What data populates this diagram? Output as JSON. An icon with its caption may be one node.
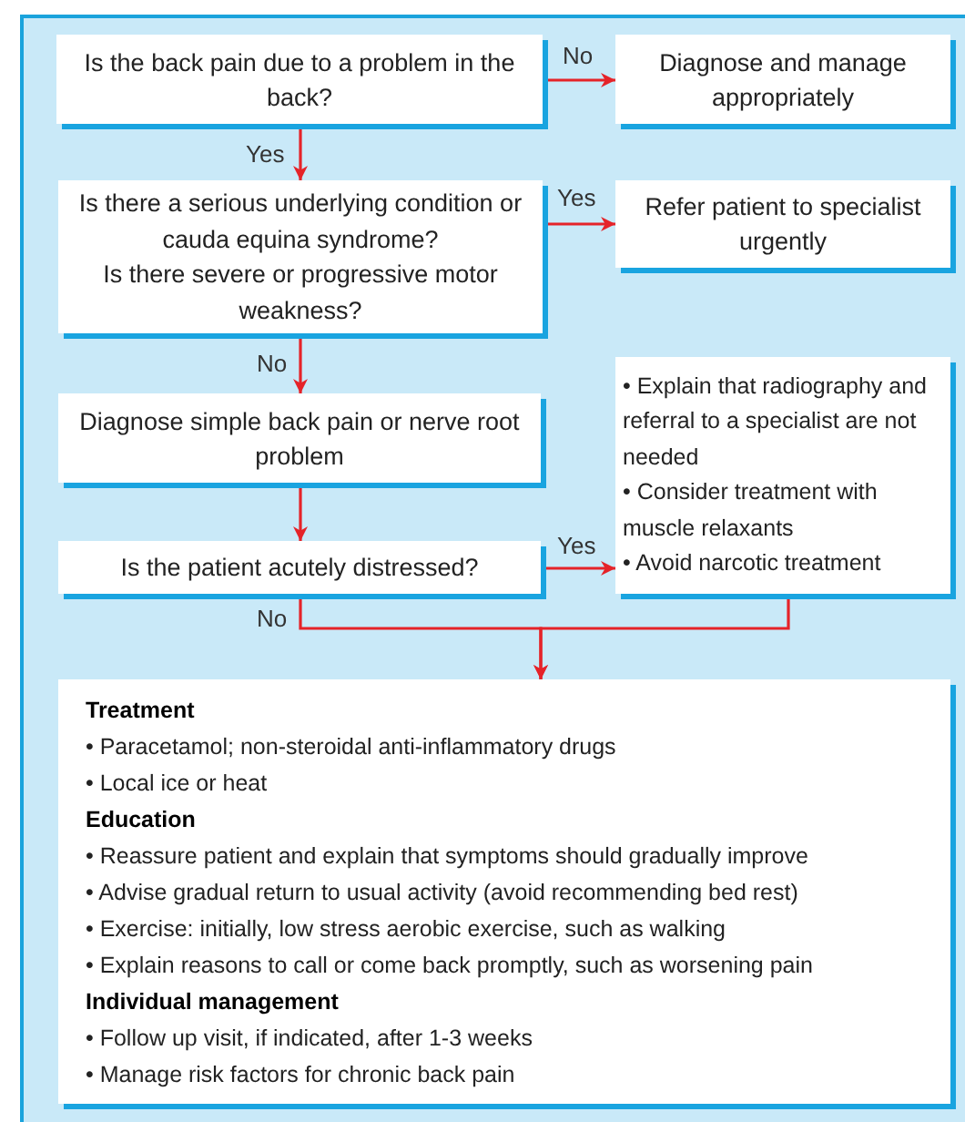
{
  "diagram": {
    "nodes": [
      {
        "text": [
          "Is the back pain due to a problem in the back?"
        ]
      },
      {
        "text": [
          "Diagnose and manage appropriately"
        ]
      },
      {
        "text": [
          "Is there a serious underlying condition or cauda equina syndrome?",
          "Is there severe or progressive motor weakness?"
        ]
      },
      {
        "text": [
          "Refer patient to specialist urgently"
        ]
      },
      {
        "text": [
          "Diagnose simple back pain or nerve root problem"
        ]
      },
      {
        "text": [
          "Is the patient acutely distressed?"
        ]
      },
      {
        "text": [
          "• Explain that radiography and referral to a specialist are not needed",
          "• Consider treatment with muscle relaxants",
          "• Avoid narcotic treatment"
        ]
      },
      {
        "text": [
          "Treatment",
          "• Paracetamol; non-steroidal anti-inflammatory drugs",
          "• Local ice or heat",
          "Education",
          "• Reassure patient and explain that symptoms should gradually improve",
          "• Advise gradual return to usual activity (avoid recommending bed rest)",
          "• Exercise: initially, low stress aerobic exercise, such as walking",
          "• Explain reasons to call or come back promptly, such as worsening pain",
          "Individual management",
          "• Follow up visit, if indicated, after 1-3 weeks",
          "• Manage risk factors for chronic back pain"
        ]
      }
    ],
    "edges": [
      {
        "from": 0,
        "to": 1,
        "arrow": "to",
        "label": "No"
      },
      {
        "from": 0,
        "to": 2,
        "arrow": "to",
        "label": "Yes"
      },
      {
        "from": 2,
        "to": 3,
        "arrow": "to",
        "label": "Yes"
      },
      {
        "from": 2,
        "to": 4,
        "arrow": "to",
        "label": "No"
      },
      {
        "from": 4,
        "to": 5,
        "arrow": "to"
      },
      {
        "from": 5,
        "to": 6,
        "arrow": "to",
        "label": "Yes"
      },
      {
        "from": 5,
        "to": 7,
        "arrow": "to",
        "label": "No"
      },
      {
        "from": 6,
        "to": 7,
        "arrow": "to"
      }
    ]
  }
}
